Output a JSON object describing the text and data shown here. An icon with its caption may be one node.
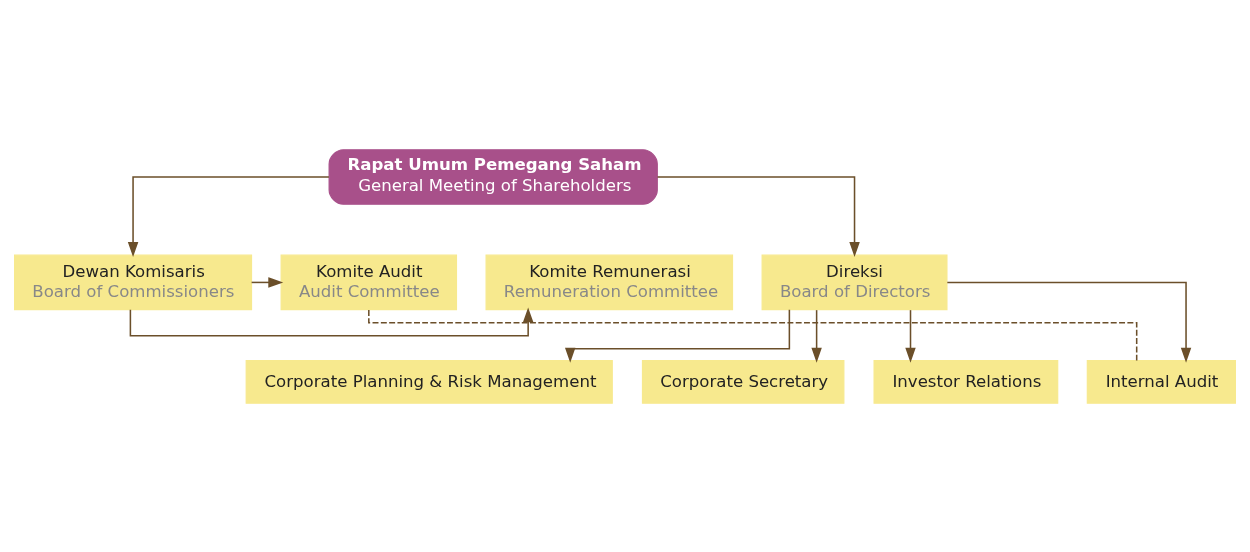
{
  "diagram": {
    "nodes": [
      {
        "text": [
          "Rapat Umum Pemegang Saham",
          "General Meeting of Shareholders"
        ]
      },
      {
        "text": [
          "Komite Remunerasi",
          "Remuneration Committee"
        ]
      },
      {
        "text": [
          "Dewan Komisaris",
          "Board of Commissioners"
        ]
      },
      {
        "text": [
          "Direksi",
          "Board of Directors"
        ]
      },
      {
        "text": [
          "Komite Audit",
          "Audit Committee"
        ]
      },
      {
        "text": [
          "Corporate Planning & Risk Management"
        ]
      },
      {
        "text": [
          "Corporate Secretary"
        ]
      },
      {
        "text": [
          "Investor Relations"
        ]
      },
      {
        "text": [
          "Internal Audit"
        ]
      }
    ],
    "edges": [
      {
        "from": 0,
        "to": 2,
        "arrow": "to"
      },
      {
        "from": 0,
        "to": 3,
        "arrow": "to"
      },
      {
        "from": 2,
        "to": 1,
        "arrow": "to"
      },
      {
        "from": 2,
        "to": 4,
        "arrow": "to"
      },
      {
        "from": 3,
        "to": 5,
        "arrow": "to"
      },
      {
        "from": 3,
        "to": 6,
        "arrow": "to"
      },
      {
        "from": 3,
        "to": 7,
        "arrow": "to"
      },
      {
        "from": 3,
        "to": 8,
        "arrow": "to"
      },
      {
        "from": 4,
        "to": 8,
        "arrow": "none",
        "style": "dashed"
      }
    ]
  }
}
